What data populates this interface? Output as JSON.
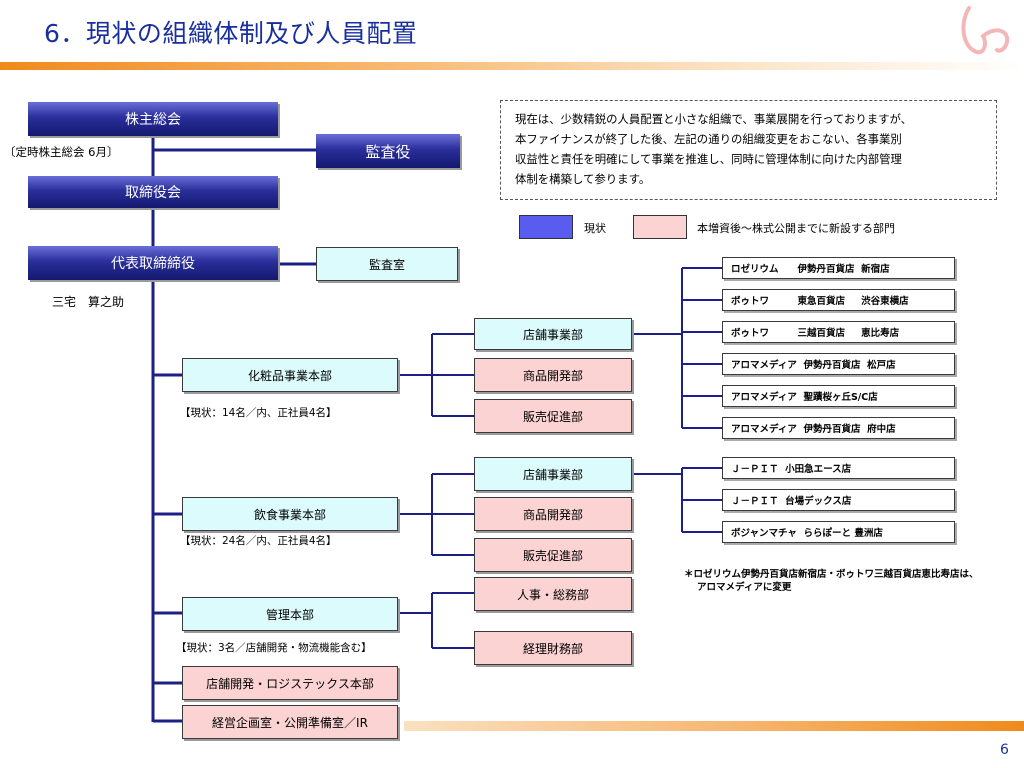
{
  "title": "6．現状の組織体制及び人員配置",
  "page_number": "6",
  "top": {
    "shareholders": "株主総会",
    "shareholders_note": "〔定時株主総会 6月〕",
    "auditor": "監査役",
    "board": "取締役会",
    "ceo": "代表取締締役",
    "ceo_name": "三宅　算之助",
    "audit_office": "監査室"
  },
  "note": {
    "lines": [
      "現在は、少数精鋭の人員配置と小さな組織で、事業展開を行っておりますが、",
      "本ファイナンスが終了した後、左記の通りの組織変更をおこない、各事業別",
      "収益性と責任を明確にして事業を推進し、同時に管理体制に向けた内部管理",
      "体制を構築して参ります。"
    ]
  },
  "legend": {
    "current": "現状",
    "new": "本増資後～株式公開までに新設する部門"
  },
  "divisions": {
    "cosmetics": {
      "name": "化粧品事業本部",
      "status": "【現状：14名／内、正社員4名】",
      "depts": [
        "店舗事業部",
        "商品開発部",
        "販売促進部"
      ]
    },
    "food": {
      "name": "飲食事業本部",
      "status": "【現状：24名／内、正社員4名】",
      "depts": [
        "店舗事業部",
        "商品開発部",
        "販売促進部"
      ]
    },
    "admin": {
      "name": "管理本部",
      "status": "【現状：3名／店舗開発・物流機能含む】",
      "depts": [
        "人事・総務部",
        "経理財務部"
      ]
    },
    "logistics": "店舗開発・ロジステックス本部",
    "planning": "経営企画室・公開準備室／IR"
  },
  "cosmetics_stores": [
    "ロゼリウム　　伊勢丹百貨店  新宿店",
    "ボゥトワ　　　東急百貨店　  渋谷東横店",
    "ボゥトワ　　　三越百貨店　  恵比寿店",
    "アロマメディア  伊勢丹百貨店  松戸店",
    "アロマメディア  聖蹟桜ヶ丘S/C店",
    "アロマメディア  伊勢丹百貨店  府中店"
  ],
  "food_stores": [
    "Ｊ－ＰＩＴ  小田急エース店",
    "Ｊ－ＰＩＴ  台場デックス店",
    "ボジャンマチャ  ららぽーと 豊洲店"
  ],
  "footnote": [
    "＊ロゼリウム伊勢丹百貨店新宿店・ボゥトワ三越百貨店恵比寿店は、",
    "アロマメディアに変更"
  ],
  "colors": {
    "title": "#1a2f9e",
    "navy": "#1c2086",
    "current_fill": "#dcfbfc",
    "new_fill": "#fbd3d3",
    "legend_current": "#5a5cf0",
    "accent_orange": "#f08a1c"
  },
  "icons": [
    "logo-swirl-icon"
  ]
}
